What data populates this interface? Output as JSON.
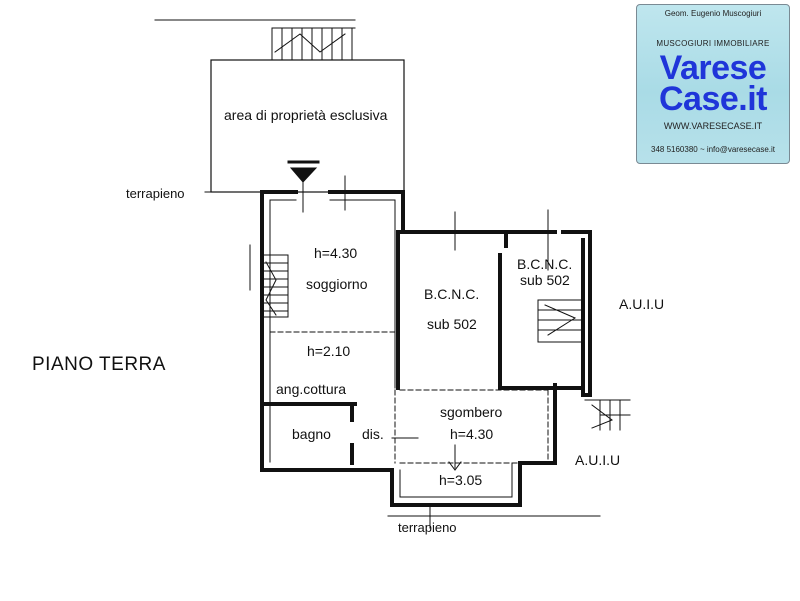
{
  "plan": {
    "title": "PIANO TERRA",
    "exclusive_area": "area di proprietà esclusiva",
    "embankment_left": "terrapieno",
    "embankment_bottom": "terrapieno",
    "living": {
      "height": "h=4.30",
      "name": "soggiorno"
    },
    "kitchen": {
      "height": "h=2.10",
      "name": "ang.cottura"
    },
    "bathroom": "bagno",
    "hallway": "dis.",
    "storage": {
      "name": "sgombero",
      "height": "h=4.30"
    },
    "lower_height": "h=3.05",
    "bcnc_main": {
      "name": "B.C.N.C.",
      "sub": "sub 502"
    },
    "bcnc_small": {
      "name": "B.C.N.C.",
      "sub": "sub 502"
    },
    "auiu_top": "A.U.I.U",
    "auiu_bottom": "A.U.I.U"
  },
  "logo": {
    "surveyor": "Geom. Eugenio Muscogiuri",
    "company": "MUSCOGIURI IMMOBILIARE",
    "brand_line1": "Varese",
    "brand_line2": "Case.it",
    "website": "WWW.VARESECASE.IT",
    "contact": "348 5160380 ~ info@varesecase.it",
    "colors": {
      "brand": "#1f35d9",
      "background": "#b7e1ea"
    }
  }
}
